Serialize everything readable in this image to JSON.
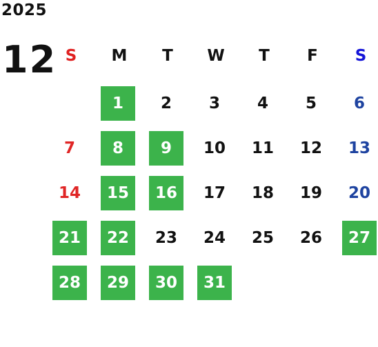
{
  "calendar": {
    "year": "2025",
    "month": "12",
    "weekdays": [
      {
        "label": "S",
        "color": "#e02020"
      },
      {
        "label": "M",
        "color": "#111111"
      },
      {
        "label": "T",
        "color": "#111111"
      },
      {
        "label": "W",
        "color": "#111111"
      },
      {
        "label": "T",
        "color": "#111111"
      },
      {
        "label": "F",
        "color": "#111111"
      },
      {
        "label": "S",
        "color": "#1414d8"
      }
    ],
    "first_weekday": 1,
    "highlight_color": "#3cb34b",
    "days": [
      {
        "day": "1",
        "highlighted": true
      },
      {
        "day": "2",
        "highlighted": false
      },
      {
        "day": "3",
        "highlighted": false
      },
      {
        "day": "4",
        "highlighted": false
      },
      {
        "day": "5",
        "highlighted": false
      },
      {
        "day": "6",
        "highlighted": false
      },
      {
        "day": "7",
        "highlighted": false
      },
      {
        "day": "8",
        "highlighted": true
      },
      {
        "day": "9",
        "highlighted": true
      },
      {
        "day": "10",
        "highlighted": false
      },
      {
        "day": "11",
        "highlighted": false
      },
      {
        "day": "12",
        "highlighted": false
      },
      {
        "day": "13",
        "highlighted": false
      },
      {
        "day": "14",
        "highlighted": false
      },
      {
        "day": "15",
        "highlighted": true
      },
      {
        "day": "16",
        "highlighted": true
      },
      {
        "day": "17",
        "highlighted": false
      },
      {
        "day": "18",
        "highlighted": false
      },
      {
        "day": "19",
        "highlighted": false
      },
      {
        "day": "20",
        "highlighted": false
      },
      {
        "day": "21",
        "highlighted": true
      },
      {
        "day": "22",
        "highlighted": true
      },
      {
        "day": "23",
        "highlighted": false
      },
      {
        "day": "24",
        "highlighted": false
      },
      {
        "day": "25",
        "highlighted": false
      },
      {
        "day": "26",
        "highlighted": false
      },
      {
        "day": "27",
        "highlighted": true
      },
      {
        "day": "28",
        "highlighted": true
      },
      {
        "day": "29",
        "highlighted": true
      },
      {
        "day": "30",
        "highlighted": true
      },
      {
        "day": "31",
        "highlighted": true
      }
    ]
  }
}
